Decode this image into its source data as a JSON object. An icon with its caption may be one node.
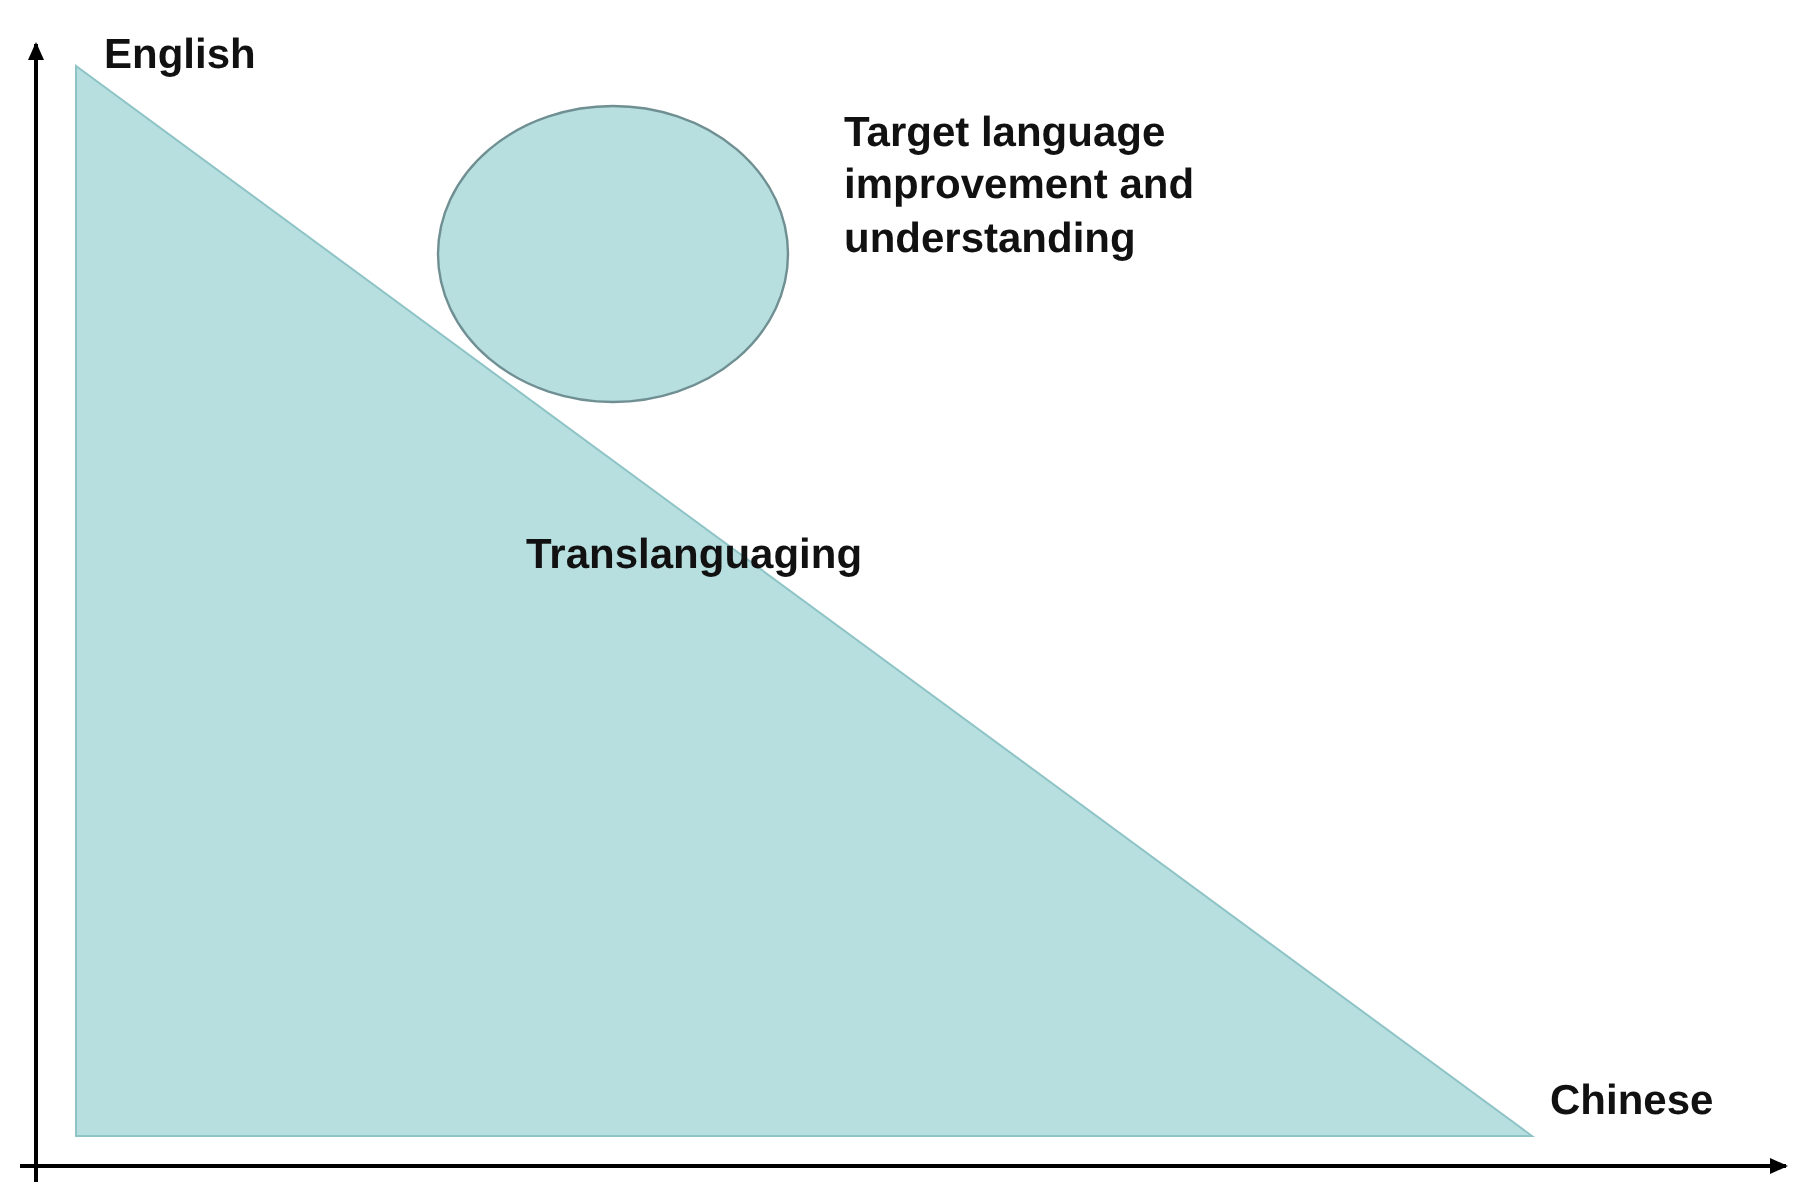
{
  "diagram": {
    "nodes": [
      {
        "text": [
          "Translanguaging"
        ]
      },
      {
        "text": [],
        "shape": "circle"
      }
    ],
    "labels": [
      "English",
      "Target language improvement and understanding",
      "Chinese"
    ]
  }
}
